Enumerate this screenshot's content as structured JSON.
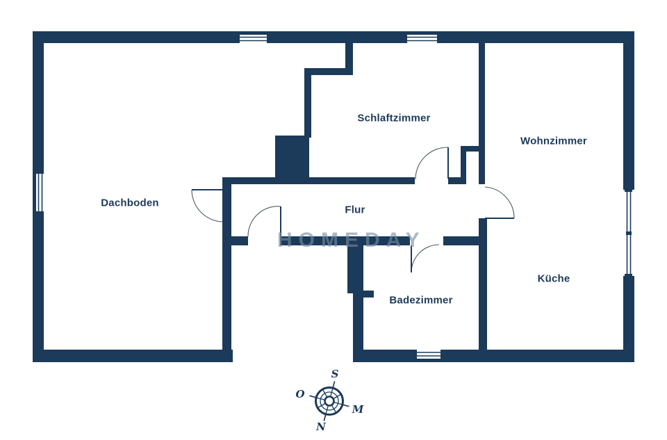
{
  "floorplan": {
    "watermark": "HOMEDAY",
    "rooms": [
      {
        "id": "dachboden",
        "label": "Dachboden"
      },
      {
        "id": "schlafzimmer",
        "label": "Schlaftzimmer"
      },
      {
        "id": "wohnzimmer",
        "label": "Wohnzimmer"
      },
      {
        "id": "flur",
        "label": "Flur"
      },
      {
        "id": "badezimmer",
        "label": "Badezimmer"
      },
      {
        "id": "kueche",
        "label": "Küche"
      }
    ],
    "compass": {
      "top": "S",
      "left": "O",
      "right": "M",
      "bottom": "N"
    },
    "colors": {
      "wall": "#1c3a59",
      "background": "#ffffff",
      "door_arc": "#4e5a66",
      "watermark_text": "rgba(120,140,162,0.62)"
    }
  }
}
